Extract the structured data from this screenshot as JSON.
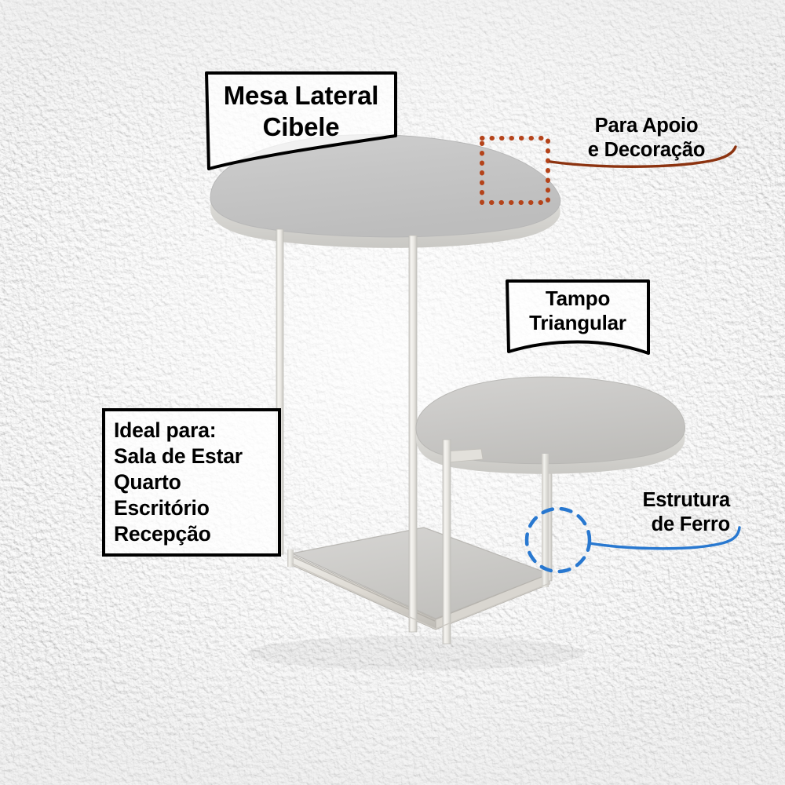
{
  "page": {
    "kind": "product-infographic",
    "language": "pt-BR",
    "background_color": "#f3f3f3"
  },
  "product": {
    "name": "Mesa Lateral Cibele",
    "top_color": "#c4c4c4",
    "shelf_color": "#cdccca",
    "frame_color": "#f0eee9"
  },
  "callouts": {
    "title": {
      "text": "Mesa Lateral\nCibele",
      "style": "boxed-curved-bottom",
      "border_color": "#000000"
    },
    "apoio": {
      "text": "Para Apoio\ne Decoração",
      "style": "plain-text-with-curve",
      "marker": "dotted-square",
      "accent_color": "#b5431a"
    },
    "tampo": {
      "text": "Tampo\nTriangular",
      "style": "boxed-curved-bottom",
      "border_color": "#000000"
    },
    "ideal": {
      "text": "Ideal para:\nSala de Estar\nQuarto\nEscritório\nRecepção",
      "style": "boxed-rect",
      "border_color": "#000000"
    },
    "ferro": {
      "text": "Estrutura\nde Ferro",
      "style": "plain-text-with-curve",
      "marker": "dashed-circle",
      "accent_color": "#2878d0"
    }
  }
}
